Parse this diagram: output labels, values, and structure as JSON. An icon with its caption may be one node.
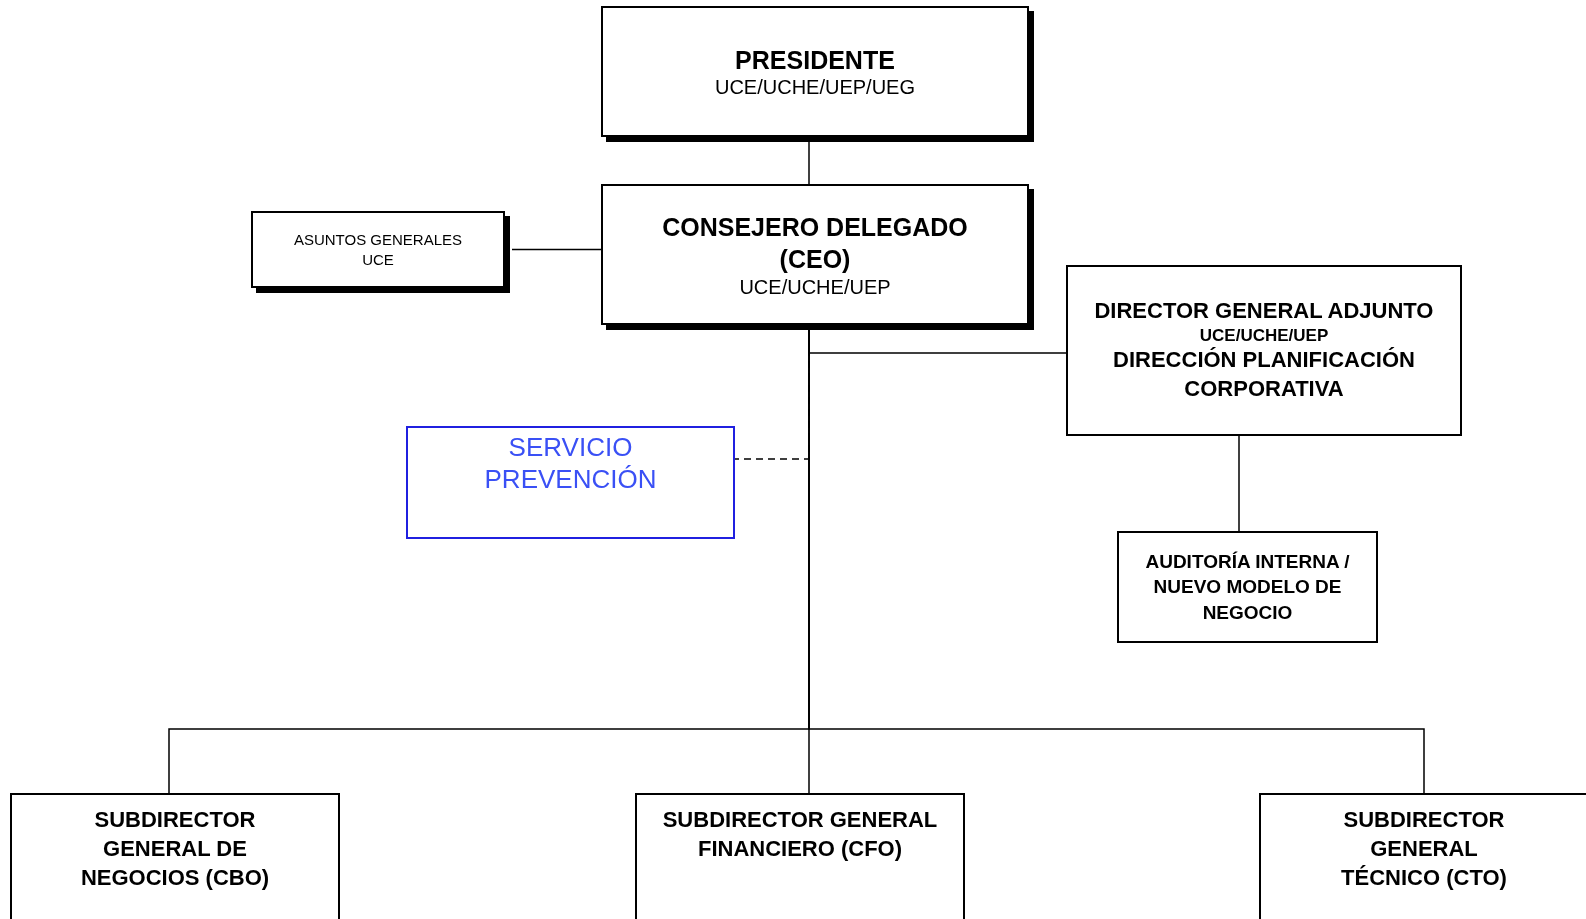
{
  "diagram": {
    "nodes": [
      {
        "text": [
          "PRESIDENTE",
          "UCE/UCHE/UEP/UEG"
        ]
      },
      {
        "text": [
          "CONSEJERO DELEGADO (CEO)",
          "UCE/UCHE/UEP"
        ]
      },
      {
        "text": [
          "ASUNTOS GENERALES UCE"
        ]
      },
      {
        "text": [
          "DIRECTOR GENERAL ADJUNTO",
          "UCE/UCHE/UEP",
          "DIRECCIÓN PLANIFICACIÓN CORPORATIVA"
        ]
      },
      {
        "text": [
          "SERVICIO PREVENCIÓN"
        ]
      },
      {
        "text": [
          "AUDITORÍA INTERNA / NUEVO MODELO DE NEGOCIO"
        ]
      },
      {
        "text": [
          "SUBDIRECTOR GENERAL DE NEGOCIOS (CBO)"
        ]
      },
      {
        "text": [
          "SUBDIRECTOR GENERAL FINANCIERO (CFO)"
        ]
      },
      {
        "text": [
          "SUBDIRECTOR GENERAL TÉCNICO (CTO)"
        ]
      }
    ],
    "edges": [
      {
        "from": 0,
        "to": 1,
        "arrow": "none"
      },
      {
        "from": 2,
        "to": 1,
        "arrow": "none"
      },
      {
        "from": 1,
        "to": 3,
        "arrow": "none"
      },
      {
        "from": 1,
        "to": 4,
        "arrow": "none",
        "style": "dashed"
      },
      {
        "from": 3,
        "to": 5,
        "arrow": "none"
      },
      {
        "from": 1,
        "to": 6,
        "arrow": "none"
      },
      {
        "from": 1,
        "to": 7,
        "arrow": "none"
      },
      {
        "from": 1,
        "to": 8,
        "arrow": "none"
      }
    ]
  }
}
